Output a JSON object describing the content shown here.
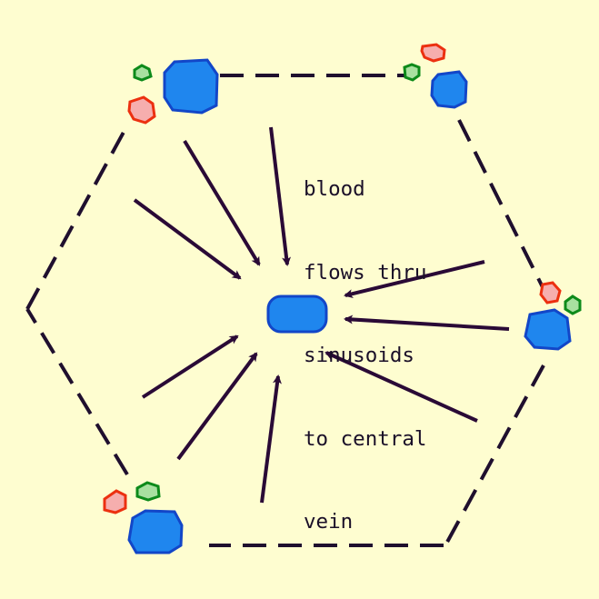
{
  "diagram": {
    "caption_lines": [
      "blood",
      "flows thru",
      "sinusoids",
      "to central",
      "vein"
    ]
  },
  "colors": {
    "background": "#fefdd0",
    "outline": "#1f0f2e",
    "arrow": "#2a0a36",
    "vein_fill": "#1f86ee",
    "vein_stroke": "#1246c8",
    "artery_fill": "#f6aeae",
    "artery_stroke": "#ec3010",
    "duct_fill": "#a8e0a0",
    "duct_stroke": "#0d8a1a"
  },
  "icons": {
    "central_vein": "blue-oval",
    "portal_vein": "blue-blob",
    "hepatic_artery": "red-blob",
    "bile_duct": "green-blob",
    "flow": "arrow"
  }
}
